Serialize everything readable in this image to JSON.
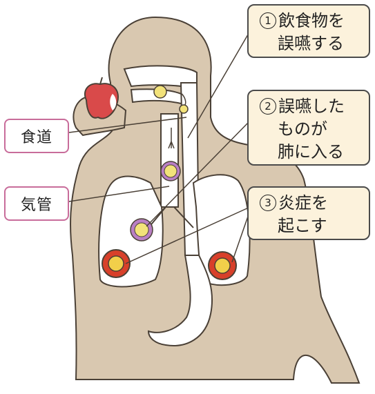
{
  "labels": {
    "esophagus": "食道",
    "trachea": "気管"
  },
  "steps": [
    {
      "num": "1",
      "line1": "飲食物を",
      "line2": "誤嚥する"
    },
    {
      "num": "2",
      "line1": "誤嚥した",
      "line2": "ものが",
      "line3": "肺に入る"
    },
    {
      "num": "3",
      "line1": "炎症を",
      "line2": "起こす"
    }
  ],
  "colors": {
    "body": "#d9c8b0",
    "outline": "#4a4036",
    "airway": "#ffffff",
    "label_border": "#c86c9a",
    "step_fill": "#fcf2dc",
    "germ_red": "#d8402a",
    "germ_yellow": "#f2cf4a",
    "particle_purple": "#b97fc4",
    "apple_red": "#d94a4a"
  }
}
